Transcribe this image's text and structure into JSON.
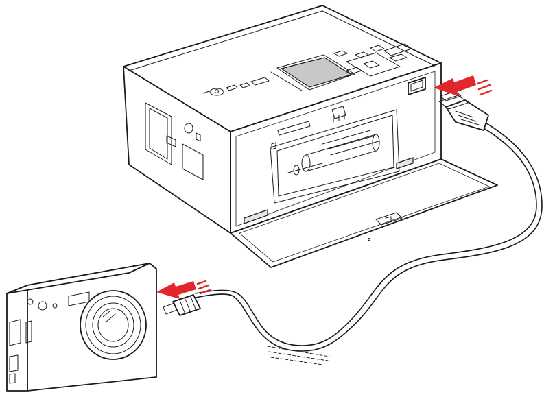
{
  "diagram": {
    "colors": {
      "arrow_accent": "#e1262c",
      "outline": "#1a1a1a",
      "screen_fill": "#c8c8c8",
      "background": "#ffffff"
    },
    "components": [
      {
        "id": "photo-printer",
        "icon": "printer-icon"
      },
      {
        "id": "digital-camera",
        "icon": "camera-icon"
      },
      {
        "id": "usb-cable",
        "icon": "usb-cable-icon"
      },
      {
        "id": "printer-usb-port",
        "icon": "usb-port-icon"
      }
    ],
    "arrows": [
      {
        "id": "insert-into-printer",
        "direction": "left"
      },
      {
        "id": "insert-into-camera",
        "direction": "left"
      }
    ]
  }
}
